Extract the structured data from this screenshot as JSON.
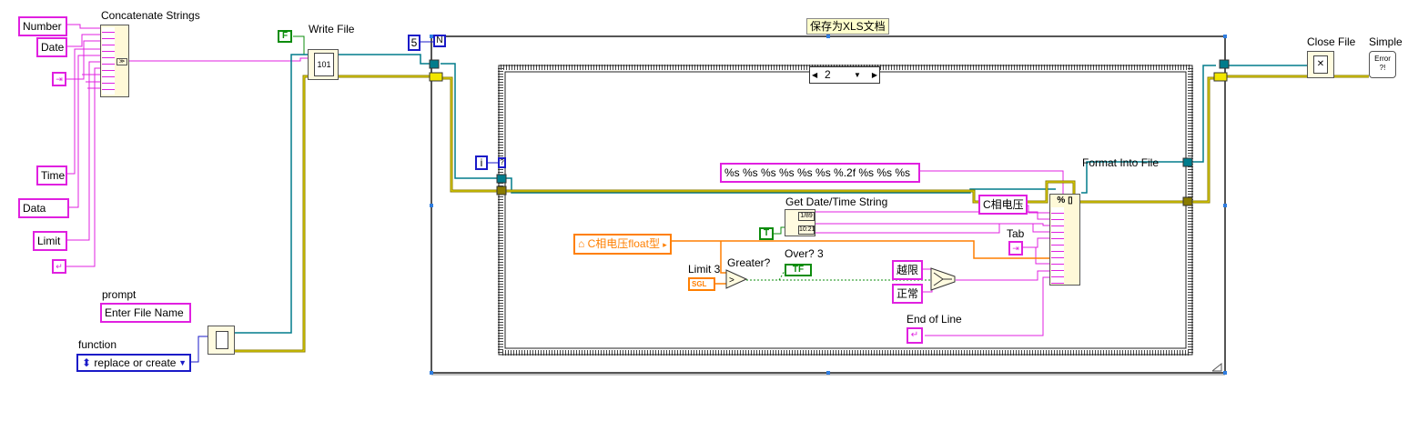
{
  "concat": {
    "title": "Concatenate Strings",
    "inputs": [
      "Number",
      "Date",
      "Time",
      "Data",
      "Limit"
    ]
  },
  "write_file": {
    "title": "Write File",
    "bool_label": "F"
  },
  "open_file": {
    "prompt_label": "prompt",
    "prompt_value": "Enter File Name",
    "function_label": "function",
    "function_value": "replace or create"
  },
  "loop": {
    "count": "5",
    "count_terminal": "N",
    "iteration_terminal": "i",
    "title": "保存为XLS文档"
  },
  "case": {
    "selector": "2"
  },
  "format": {
    "format_string": "%s %s %s %s %s %s %.2f %s %s %s",
    "title": "Format Into File",
    "const_c_voltage": "C相电压",
    "tab_label": "Tab",
    "eol_label": "End of Line"
  },
  "date_time": {
    "title": "Get Date/Time String",
    "bool_label": "T"
  },
  "compare": {
    "input_label": "C相电压float型",
    "limit_label": "Limit 3",
    "limit_type": "SGL",
    "greater_label": "Greater?",
    "over_label": "Over? 3",
    "over_type": "TF",
    "over_value": "越限",
    "normal_value": "正常"
  },
  "close": {
    "close_label": "Close File",
    "simple_label": "Simple"
  }
}
